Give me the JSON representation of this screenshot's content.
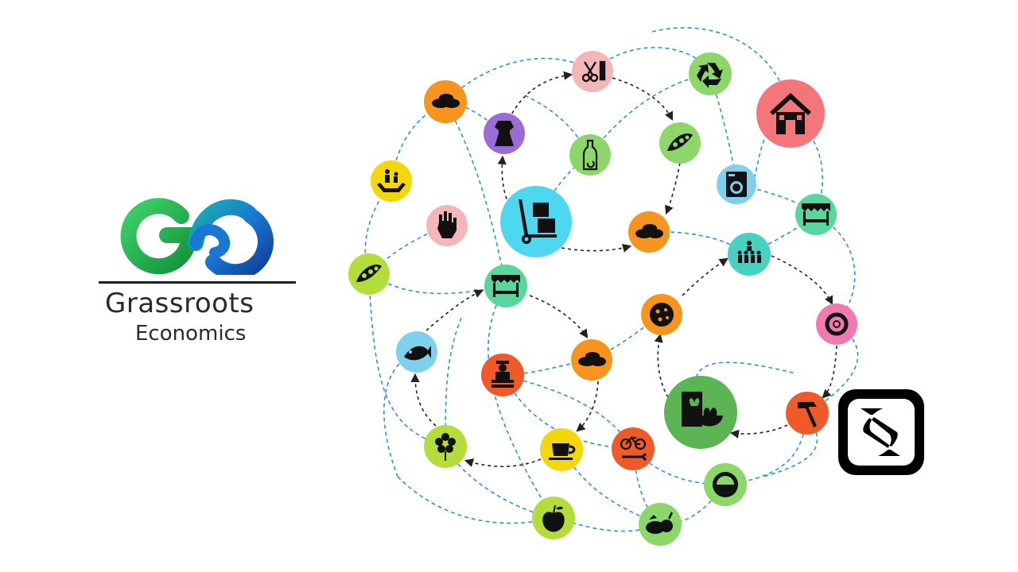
{
  "logo": {
    "title": "Grassroots",
    "subtitle": "Economics",
    "colors": {
      "green": "#1fa83f",
      "blue": "#1565c0",
      "light_green": "#3fd06a"
    }
  },
  "network": {
    "colors": {
      "local_link": "#2f8fe0",
      "trade_arrow": "#222222",
      "orange": "#f7941d",
      "green": "#8cd66a",
      "lime": "#b2dd3a",
      "teal": "#47d1c0",
      "cyan": "#4dd8f0",
      "pink": "#f07aaf",
      "salmon": "#f5767a",
      "yellow": "#f5d60a",
      "red_orange": "#f05a28",
      "purple": "#9b6bd6",
      "sky": "#7fd0ea",
      "light_pink": "#f4b6b6",
      "mint": "#59d69b",
      "dark_green": "#5ab552"
    },
    "nodes": [
      {
        "id": "scissors",
        "icon": "scissors-comb-icon",
        "color": "#f4b6b6"
      },
      {
        "id": "recycle",
        "icon": "recycle-icon",
        "color": "#8cd66a"
      },
      {
        "id": "house",
        "icon": "house-icon",
        "color": "#f5767a"
      },
      {
        "id": "bread1",
        "icon": "bread-icon",
        "color": "#f7941d"
      },
      {
        "id": "dress",
        "icon": "dress-icon",
        "color": "#9b6bd6"
      },
      {
        "id": "bottle",
        "icon": "bottle-recycle-icon",
        "color": "#8cd66a"
      },
      {
        "id": "beans1",
        "icon": "bean-pod-icon",
        "color": "#8cd66a"
      },
      {
        "id": "family",
        "icon": "family-care-icon",
        "color": "#f5d60a"
      },
      {
        "id": "washer",
        "icon": "washing-machine-icon",
        "color": "#7fd0ea"
      },
      {
        "id": "glove",
        "icon": "glove-icon",
        "color": "#f4b6b6"
      },
      {
        "id": "dolly",
        "icon": "hand-truck-icon",
        "color": "#4dd8f0"
      },
      {
        "id": "market1",
        "icon": "market-stall-icon",
        "color": "#59d69b"
      },
      {
        "id": "bread2",
        "icon": "bread-icon",
        "color": "#f7941d"
      },
      {
        "id": "group",
        "icon": "community-icon",
        "color": "#47d1c0"
      },
      {
        "id": "beans2",
        "icon": "bean-pod-icon",
        "color": "#b2dd3a"
      },
      {
        "id": "market2",
        "icon": "market-stall-icon",
        "color": "#59d69b"
      },
      {
        "id": "cookie",
        "icon": "cookie-icon",
        "color": "#f7941d"
      },
      {
        "id": "donut",
        "icon": "donut-icon",
        "color": "#f07aaf"
      },
      {
        "id": "fish",
        "icon": "fish-icon",
        "color": "#7fd0ea"
      },
      {
        "id": "farmer",
        "icon": "farmer-icon",
        "color": "#f05a28"
      },
      {
        "id": "bread3",
        "icon": "bread-icon",
        "color": "#f7941d"
      },
      {
        "id": "food",
        "icon": "healthy-food-icon",
        "color": "#5ab552"
      },
      {
        "id": "hammer",
        "icon": "hammer-icon",
        "color": "#f05a28"
      },
      {
        "id": "flower",
        "icon": "flower-icon",
        "color": "#b2dd3a"
      },
      {
        "id": "cup",
        "icon": "coffee-cup-icon",
        "color": "#f5d60a"
      },
      {
        "id": "bike",
        "icon": "bicycle-repair-icon",
        "color": "#f05a28"
      },
      {
        "id": "mirror",
        "icon": "mirror-icon",
        "color": "#8cd66a"
      },
      {
        "id": "apple",
        "icon": "apple-icon",
        "color": "#b2dd3a"
      },
      {
        "id": "veg",
        "icon": "vegetables-icon",
        "color": "#8cd66a"
      }
    ]
  },
  "sarafu": {
    "icon": "sarafu-network-icon",
    "color": "#000000"
  }
}
